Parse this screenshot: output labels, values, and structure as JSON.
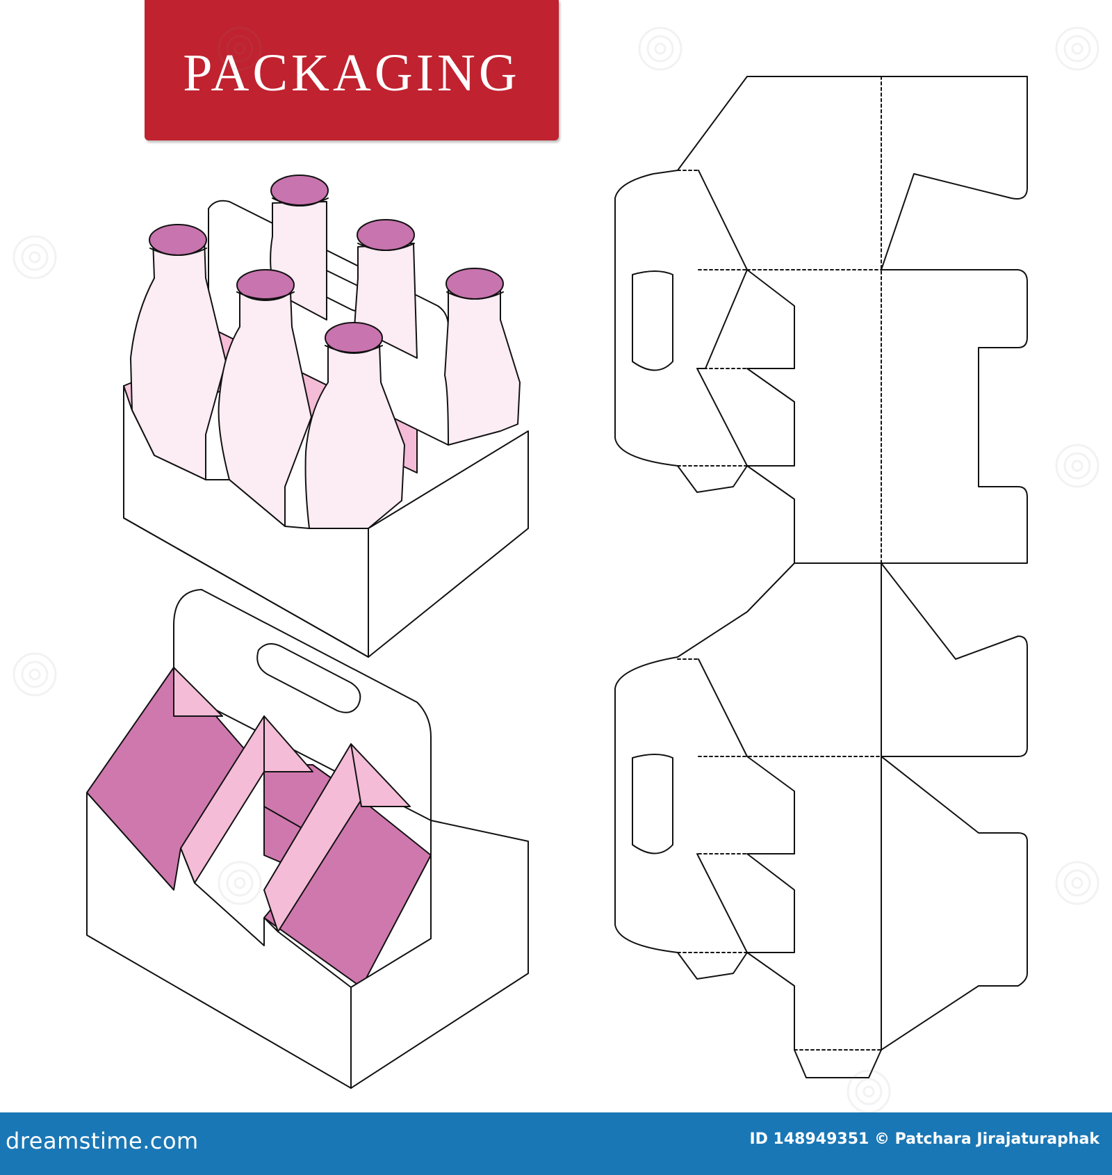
{
  "title": "PACKAGING",
  "footer": {
    "logo": "dreamstime.com",
    "credit": "ID 148949351 © Patchara Jirajaturaphak"
  },
  "colors": {
    "banner": "#c0222f",
    "footer": "#1a77b5",
    "bottle_glass": "#fcecf4",
    "bottle_cap": "#c874ae",
    "divider_light": "#f4bcd7",
    "divider_dark": "#cf78ae",
    "outline": "#111111"
  },
  "watermark_icon": "spiral-watermark-icon"
}
